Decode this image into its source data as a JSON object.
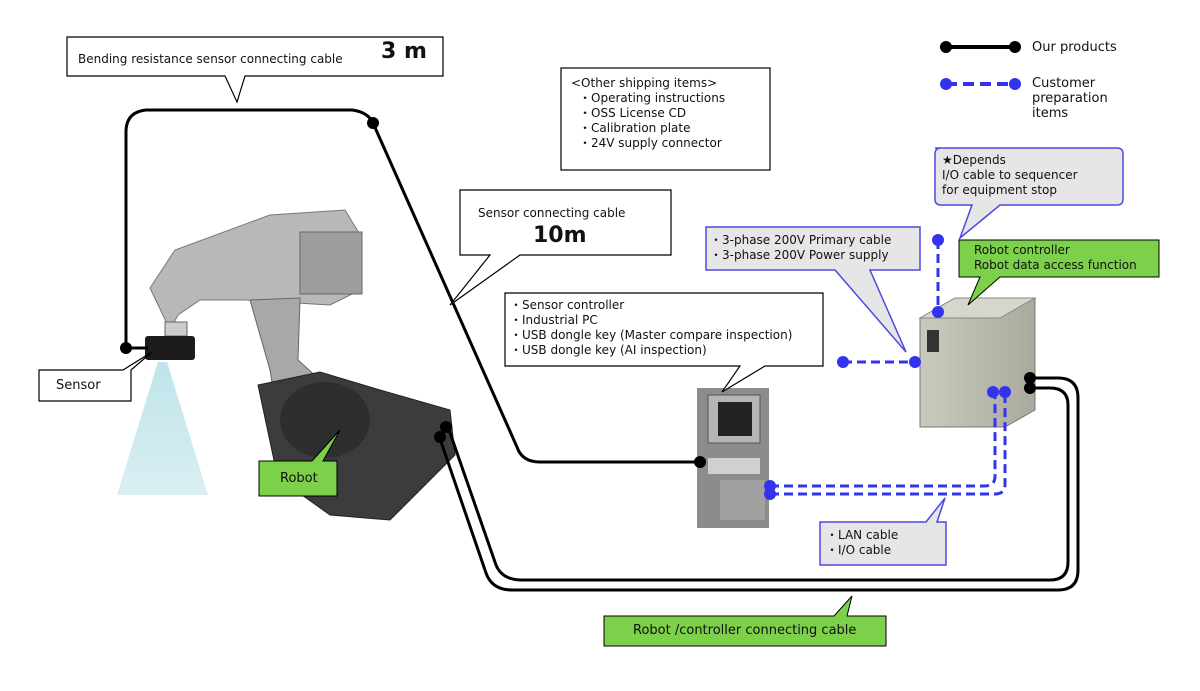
{
  "legend": {
    "our_products": "Our products",
    "customer_items": [
      "Customer",
      "preparation",
      "items"
    ]
  },
  "callouts": {
    "bending_cable": {
      "text": "Bending resistance sensor connecting cable",
      "length": "3 m"
    },
    "other_items": {
      "title": "<Other shipping items>",
      "items": [
        "・Operating instructions",
        "・OSS License CD",
        "・Calibration plate",
        "・24V supply connector"
      ]
    },
    "sensor_cable": {
      "text": "Sensor connecting cable",
      "length": "10m"
    },
    "depends": {
      "lines": [
        "★Depends",
        "I/O cable to sequencer",
        "for equipment stop"
      ]
    },
    "power": {
      "lines": [
        "・3-phase 200V Primary cable",
        "・3-phase 200V Power supply"
      ]
    },
    "robot_controller": {
      "lines": [
        "Robot controller",
        "Robot data access function"
      ]
    },
    "sensor_controller": {
      "lines": [
        "・Sensor controller",
        "・Industrial PC",
        "・USB dongle key (Master compare inspection)",
        "・USB dongle key (AI inspection)"
      ]
    },
    "sensor": "Sensor",
    "robot": "Robot",
    "lan": {
      "lines": [
        "・LAN cable",
        "・I/O cable"
      ]
    },
    "robot_cable": "Robot /controller connecting cable"
  },
  "colors": {
    "our_products_line": "#000000",
    "customer_line": "#3333ee",
    "green_label": "#7dd04a",
    "gray_callout": "#e6e6e6",
    "callout_border_blue": "#4a4ae0"
  }
}
